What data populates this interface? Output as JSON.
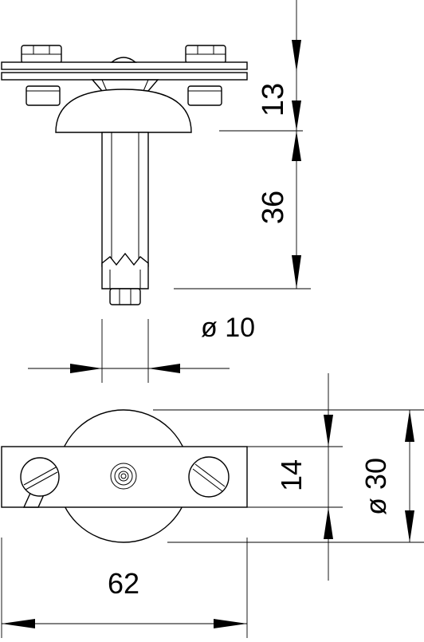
{
  "dimensions": {
    "height_head": "13",
    "height_pin": "36",
    "diameter_pin": "ø 10",
    "width_clamp": "14",
    "diameter_head": "ø 30",
    "length_clamp": "62"
  }
}
